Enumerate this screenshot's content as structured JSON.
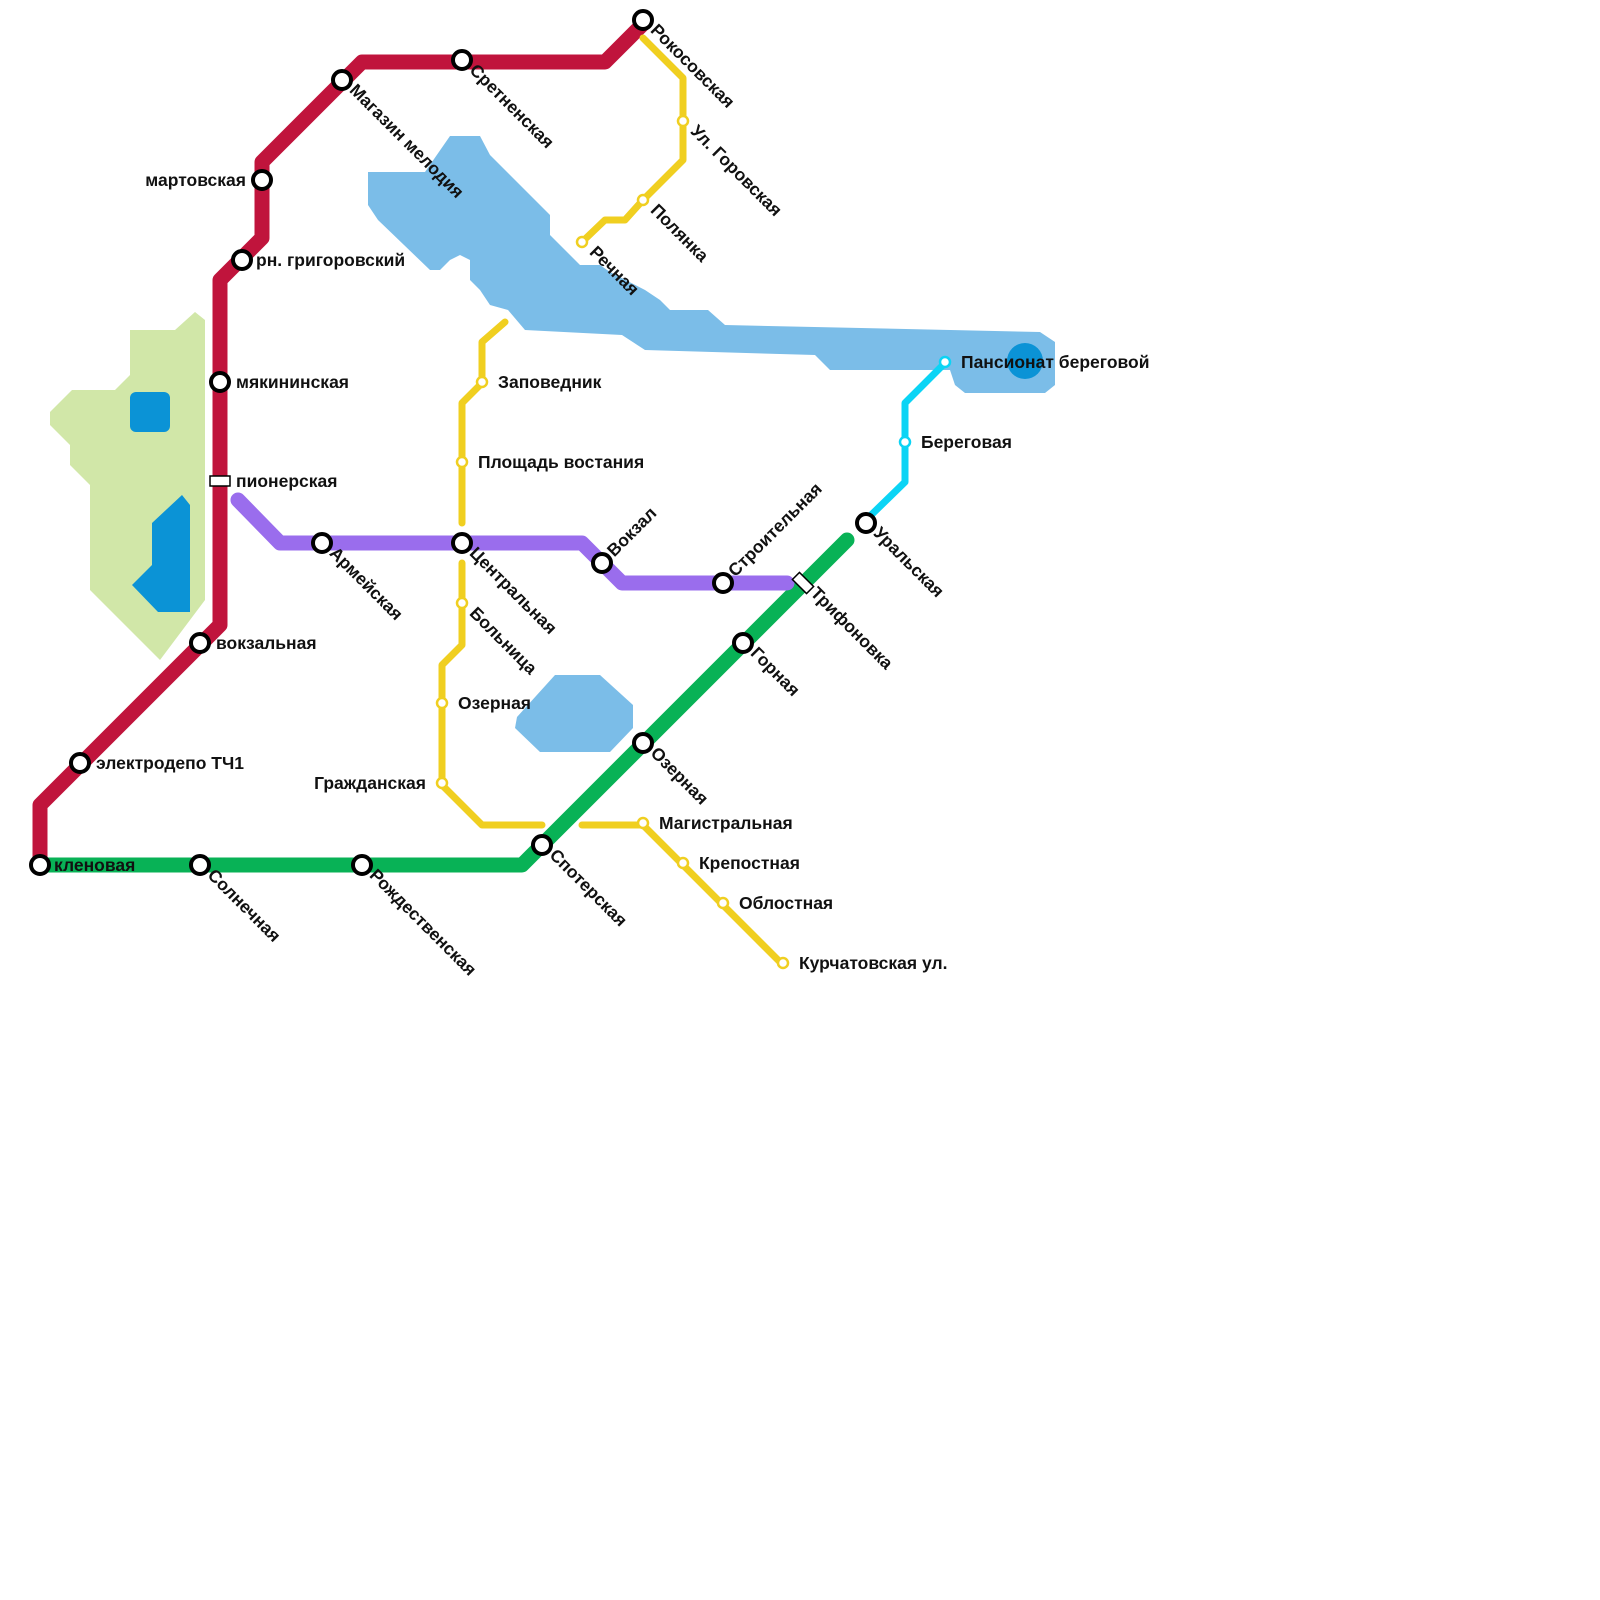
{
  "colors": {
    "background": "#ffffff",
    "water": "#7bbde8",
    "water_dark": "#0b93d6",
    "park": "#d1e7a8",
    "red_line": "#c0143c",
    "green_line": "#08b256",
    "yellow_line": "#f0cf20",
    "purple_line": "#9a6ded",
    "cyan_line": "#0bd4f5"
  },
  "stations": {
    "rokossovskaya": "Рокосовская",
    "sretenskaya": "Сретненская",
    "magazin_melodiya": "Магазин мелодия",
    "martovskaya": "мартовская",
    "rn_grigorovsky": "рн. григоровский",
    "myakininskaya": "мякининская",
    "pionerskaya": "пионерская",
    "vokzalnaya": "вокзальная",
    "elektrodepo": "электродепо ТЧ1",
    "klenovaya": "кленовая",
    "solnechnaya": "Солнечная",
    "rozhdestvenskaya": "Рождественская",
    "spoterskaya": "Спотерская",
    "ozernaya_green": "Озерная",
    "gornaya": "Горная",
    "trifonovka": "Трифоновка",
    "uralskaya": "Уральская",
    "beregovaya": "Береговая",
    "pansionat": "Пансионат береговой",
    "ul_gorovskaya": "Ул. Горовская",
    "polyanka": "Полянка",
    "rechnaya": "Речная",
    "zapovednik": "Заповедник",
    "ploshchad_vostaniya": "Площадь востания",
    "tsentralnaya": "Центральная",
    "bolnitsa": "Больница",
    "ozernaya_yellow": "Озерная",
    "grazhdanskaya": "Гражданская",
    "magistralnaya": "Магистральная",
    "krepostnaya": "Крепостная",
    "oblostnaya": "Облостная",
    "kurchatovskaya": "Курчатовская ул.",
    "armeyskaya": "Армейская",
    "vokzal": "Вокзал",
    "stroitelnaya": "Строительная"
  }
}
